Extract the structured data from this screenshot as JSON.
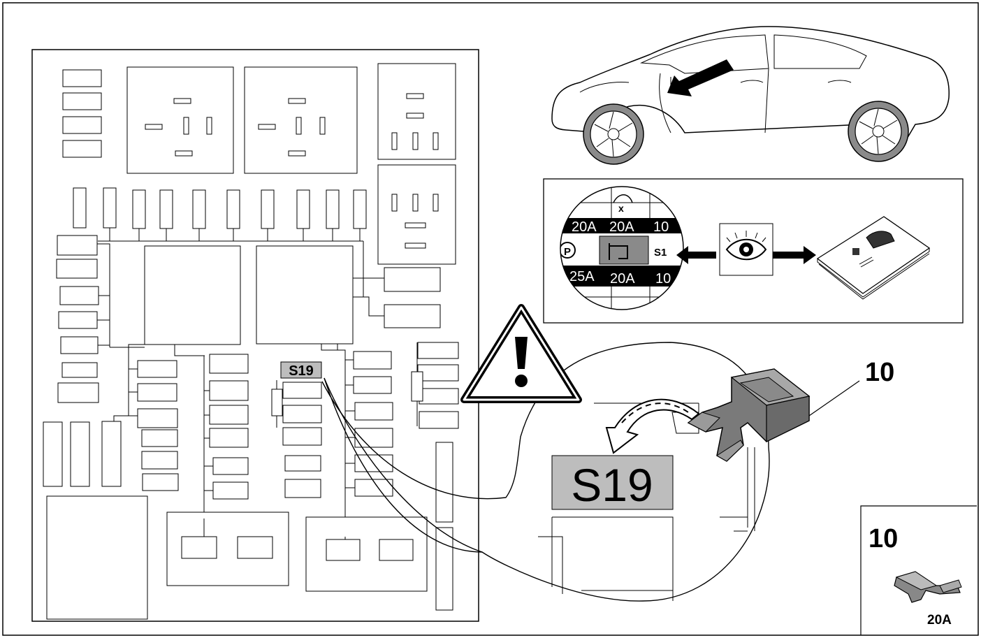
{
  "fuse_location_label": "S19",
  "fuse_location_label_enlarged": "S19",
  "callout_number": "10",
  "legend": {
    "part_number": "10",
    "rating": "20A"
  },
  "inspection_panel": {
    "fuse_ratings_row1": [
      "20A",
      "20A",
      "10"
    ],
    "fuse_ratings_row2": [
      "25A",
      "20A",
      "10"
    ],
    "cell_text": "S1",
    "symbol_p": "P"
  },
  "icons": [
    "warning-triangle-icon",
    "eye-icon",
    "owner-manual-icon",
    "car-icon",
    "arrow-icon",
    "fuse-icon"
  ]
}
